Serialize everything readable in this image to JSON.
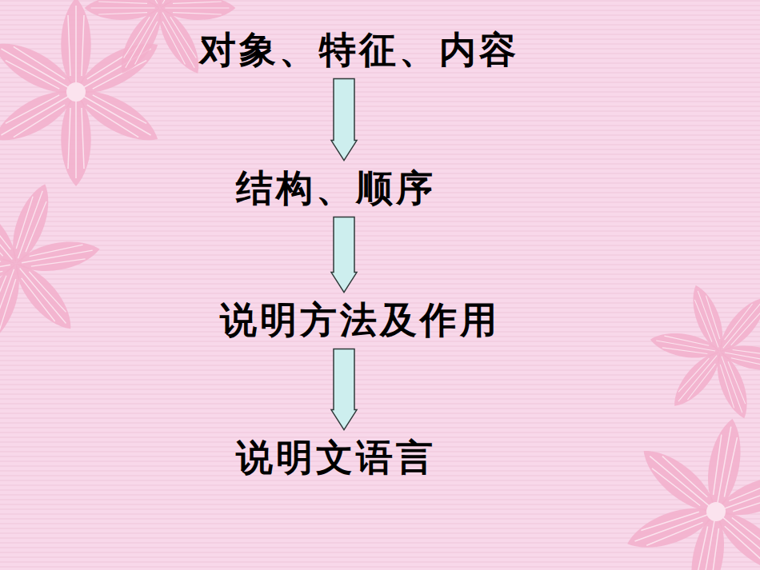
{
  "diagram": {
    "nodes": [
      {
        "text": [
          "对象、特征、内容"
        ]
      },
      {
        "text": [
          "结构、顺序"
        ]
      },
      {
        "text": [
          "说明方法及作用"
        ]
      },
      {
        "text": [
          "说明文语言"
        ]
      }
    ],
    "edges": [
      {
        "from": 0,
        "to": 1,
        "arrow": "to"
      },
      {
        "from": 1,
        "to": 2,
        "arrow": "to"
      },
      {
        "from": 2,
        "to": 3,
        "arrow": "to"
      }
    ]
  }
}
